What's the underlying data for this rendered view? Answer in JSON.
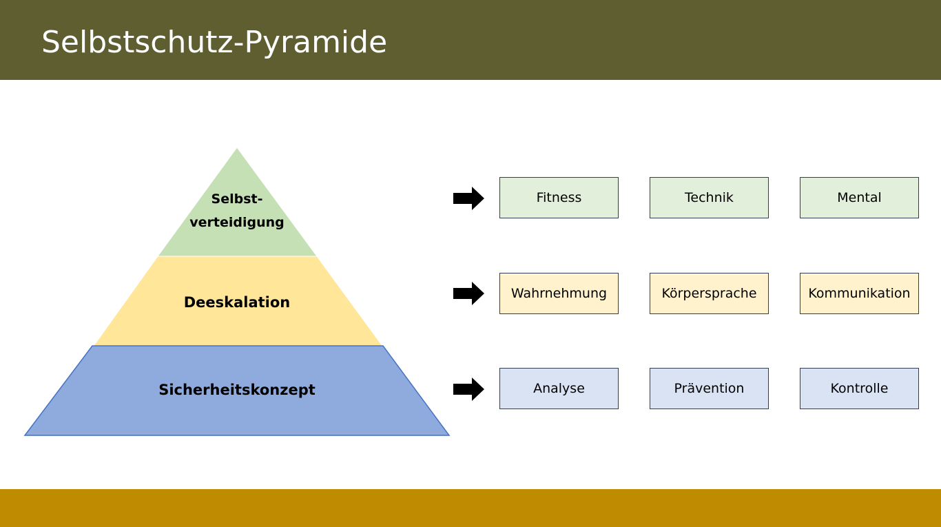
{
  "slide": {
    "title": "Selbstschutz-Pyramide",
    "colors": {
      "header": "#5f5e30",
      "footer": "#bf8b00",
      "pyramid_top": "#c5e0b4",
      "pyramid_middle": "#ffe699",
      "pyramid_bottom": "#8faadc"
    }
  },
  "pyramid": {
    "levels": [
      {
        "label_line1": "Selbst-",
        "label_line2": "verteidigung"
      },
      {
        "label": "Deeskalation"
      },
      {
        "label": "Sicherheitskonzept"
      }
    ]
  },
  "rows": [
    {
      "icon": "right-arrow-icon",
      "boxes": [
        "Fitness",
        "Technik",
        "Mental"
      ]
    },
    {
      "icon": "right-arrow-icon",
      "boxes": [
        "Wahrnehmung",
        "Körpersprache",
        "Kommunikation"
      ]
    },
    {
      "icon": "right-arrow-icon",
      "boxes": [
        "Analyse",
        "Prävention",
        "Kontrolle"
      ]
    }
  ]
}
